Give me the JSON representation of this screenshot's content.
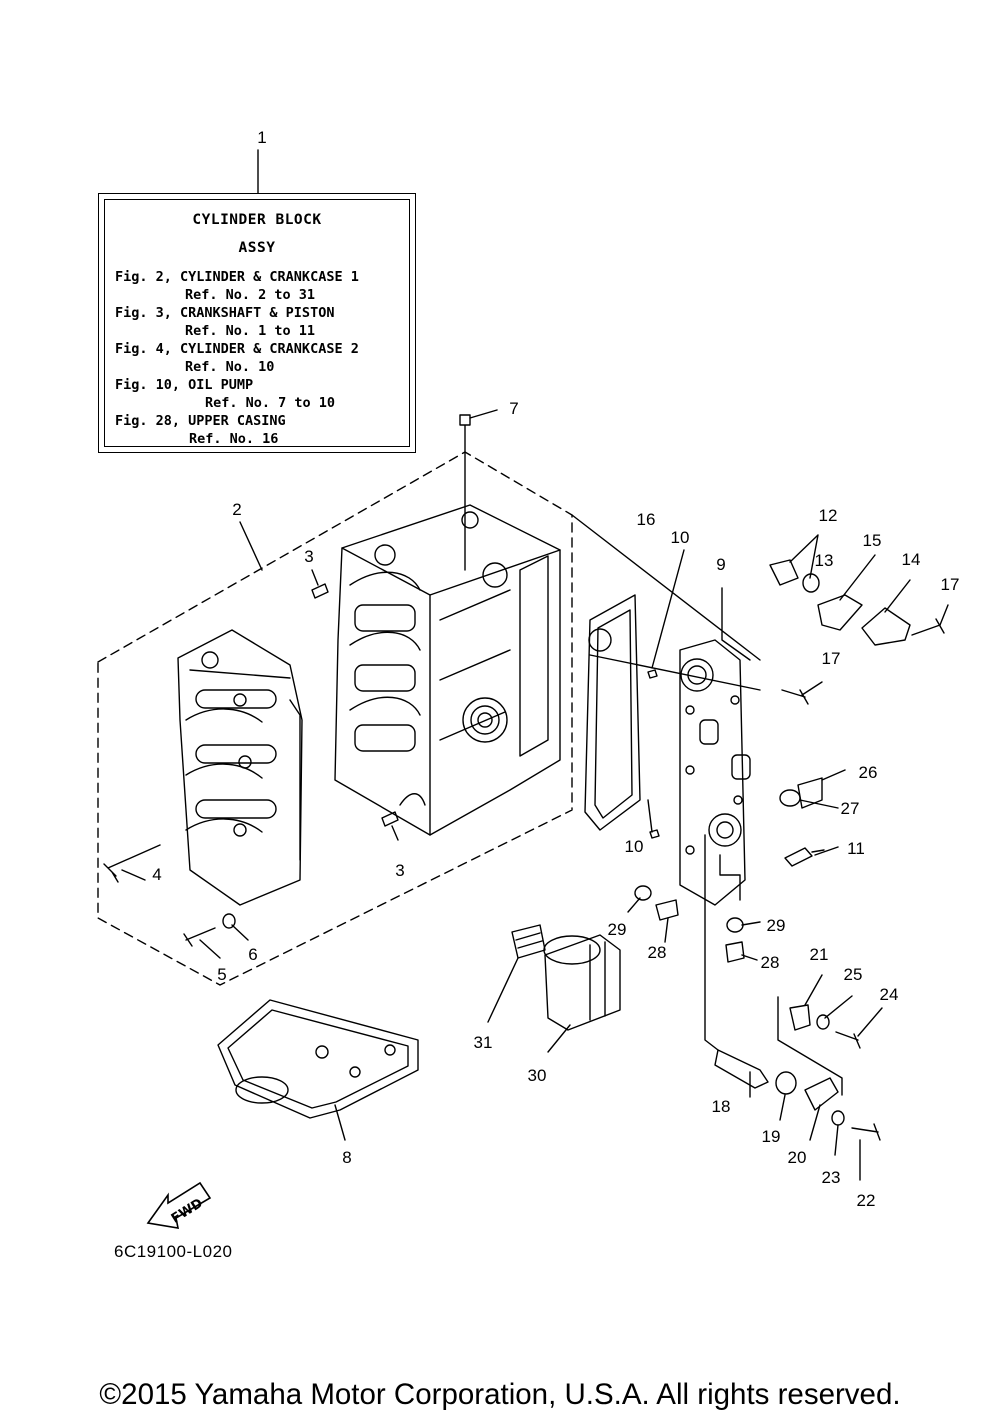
{
  "assy_box": {
    "title": "CYLINDER BLOCK",
    "subtitle": "ASSY",
    "lines": [
      "Fig. 2, CYLINDER & CRANKCASE 1",
      "Ref. No. 2 to 31",
      "Fig. 3, CRANKSHAFT & PISTON",
      "Ref. No. 1 to 11",
      "Fig. 4, CYLINDER & CRANKCASE 2",
      "Ref. No. 10",
      "Fig. 10, OIL PUMP",
      "Ref. No. 7 to 10",
      "Fig. 28, UPPER CASING",
      "Ref. No. 16"
    ]
  },
  "callouts": [
    "1",
    "2",
    "3",
    "3",
    "4",
    "5",
    "6",
    "7",
    "8",
    "9",
    "10",
    "10",
    "11",
    "12",
    "13",
    "14",
    "15",
    "16",
    "17",
    "17",
    "18",
    "19",
    "20",
    "21",
    "22",
    "23",
    "24",
    "25",
    "26",
    "27",
    "28",
    "28",
    "29",
    "29",
    "30",
    "31"
  ],
  "fwd_label": "FWD",
  "diagram_code": "6C19100-L020",
  "copyright": "©2015 Yamaha Motor Corporation, U.S.A. All rights reserved."
}
